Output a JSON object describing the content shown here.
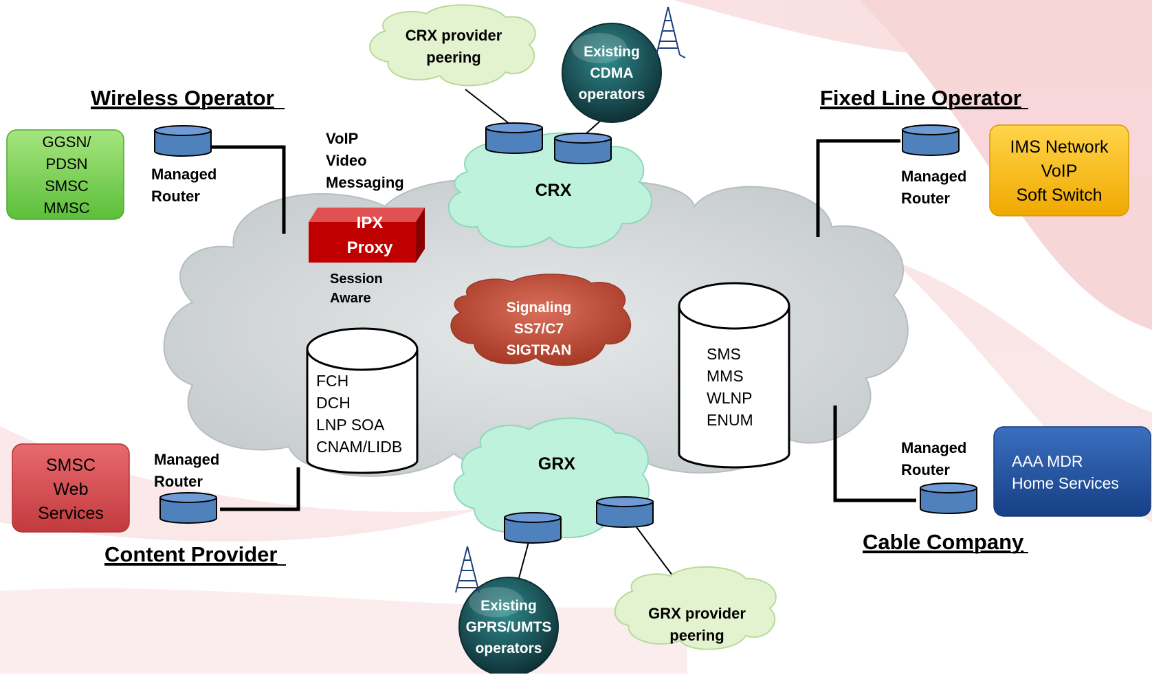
{
  "headings": {
    "wireless": "Wireless Operator",
    "fixed": "Fixed Line Operator",
    "content": "Content Provider",
    "cable": "Cable Company"
  },
  "wireless_box": [
    "GGSN/",
    "PDSN",
    "SMSC",
    "MMSC"
  ],
  "ims_box": [
    "IMS Network",
    "VoIP",
    "Soft Switch"
  ],
  "smsc_box": [
    "SMSC",
    "Web",
    "Services"
  ],
  "aaa_box": [
    "AAA MDR",
    "Home Services"
  ],
  "router_label": [
    "Managed",
    "Router"
  ],
  "services_label": [
    "VoIP",
    "Video",
    "Messaging"
  ],
  "ipx_proxy": [
    "IPX",
    "Proxy"
  ],
  "session_aware": [
    "Session",
    "Aware"
  ],
  "signaling": [
    "Signaling",
    "SS7/C7",
    "SIGTRAN"
  ],
  "crx_label": "CRX",
  "grx_label": "GRX",
  "crx_peering": [
    "CRX provider",
    "peering"
  ],
  "grx_peering": [
    "GRX provider",
    "peering"
  ],
  "cdma_ops": [
    "Existing",
    "CDMA",
    "operators"
  ],
  "gprs_ops": [
    "Existing",
    "GPRS/UMTS",
    "operators"
  ],
  "db_left": [
    "FCH",
    "DCH",
    "LNP SOA",
    "CNAM/LIDB"
  ],
  "db_right": [
    "SMS",
    "MMS",
    "WLNP",
    "ENUM"
  ],
  "colors": {
    "green_box": "#7ed957",
    "yellow_box": "#ffc000",
    "red_box": "#d9464a",
    "blue_box": "#1f4e9a",
    "router": "#4f81bd",
    "ipx": "#c00000",
    "cloud_grey": "#d3d8da",
    "cloud_teal": "#b5ecd8",
    "cloud_light_green": "#e2f2cc",
    "signaling_red": "#c0504d",
    "operator_globe": "#1d5a5e"
  }
}
